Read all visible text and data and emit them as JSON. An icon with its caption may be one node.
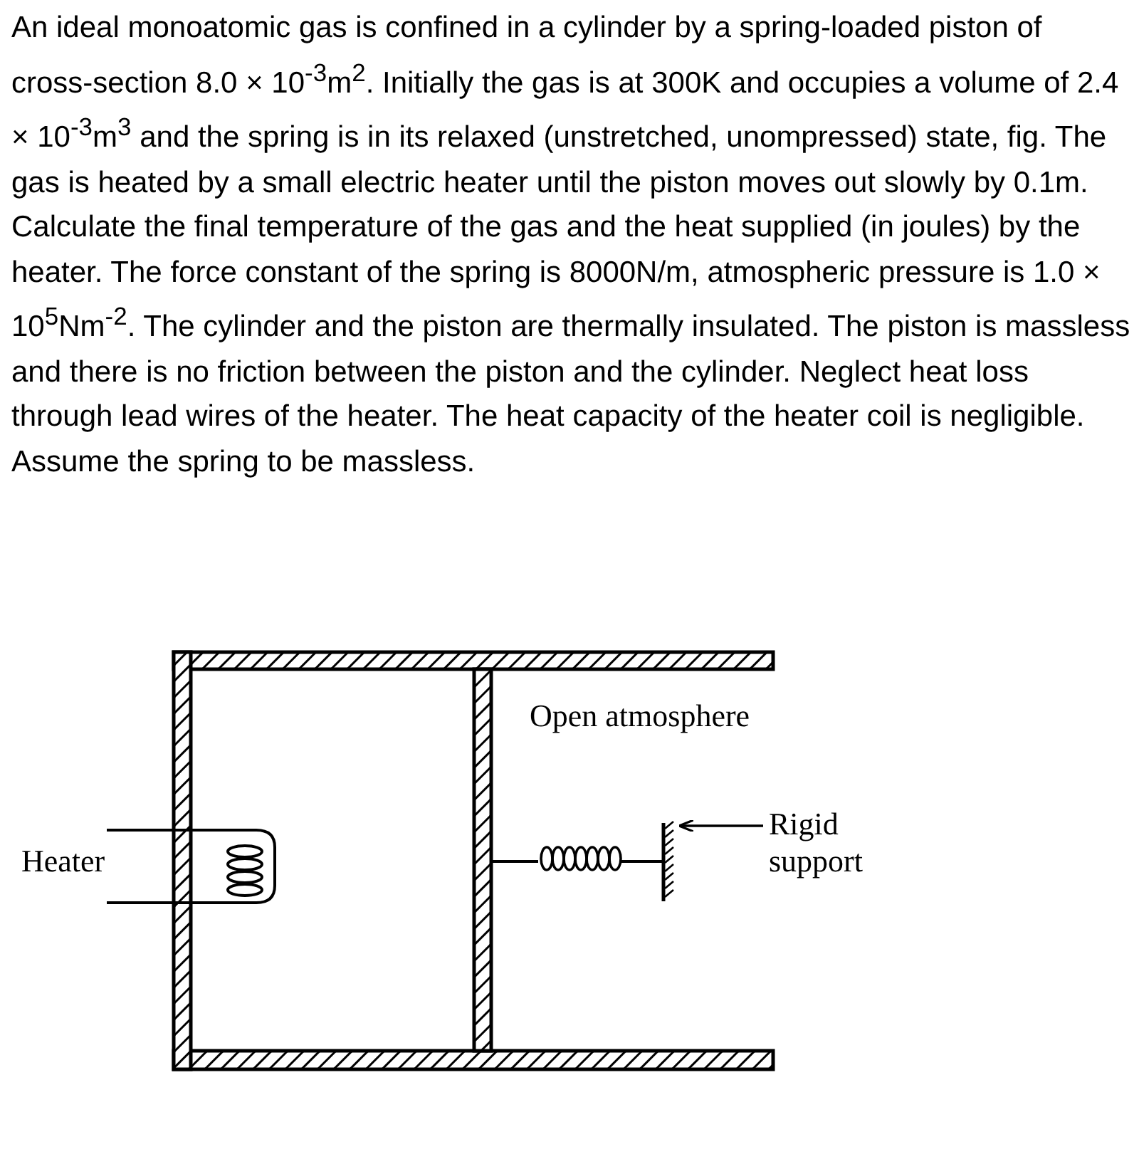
{
  "diagram": {
    "title": "An ideal monoatomic gas is confined in a cylinder by a spring-loaded piston of cross-section 8.0 × 10$^{-3}$m$^{2}$. Initially the gas is at 300K and occupies a volume of 2.4 × 10$^{-3}$m$^{3}$ and the spring is in its relaxed (unstretched, unompressed) state, fig. The gas is heated by a small electric heater until the piston moves out slowly by 0.1m. Calculate the final temperature of the gas and the heat supplied (in joules) by the heater. The force constant of the spring is 8000N/m, atmospheric pressure is 1.0 × 10$^{5}$Nm$^{-2}$. The cylinder and the piston are thermally insulated. The piston is massless and there is no friction between the piston and the cylinder. Neglect heat loss through lead wires of the heater. The heat capacity of the heater coil is negligible. Assume the spring to be massless.",
    "nodes": [
      {
        "text": [
          "Rigid support"
        ]
      },
      {
        "text": [],
        "shape": "bar"
      }
    ],
    "edges": [
      {
        "from": 0,
        "to": 1,
        "arrow": "to"
      }
    ],
    "labels": [
      "Heater",
      "Open atmosphere"
    ]
  }
}
